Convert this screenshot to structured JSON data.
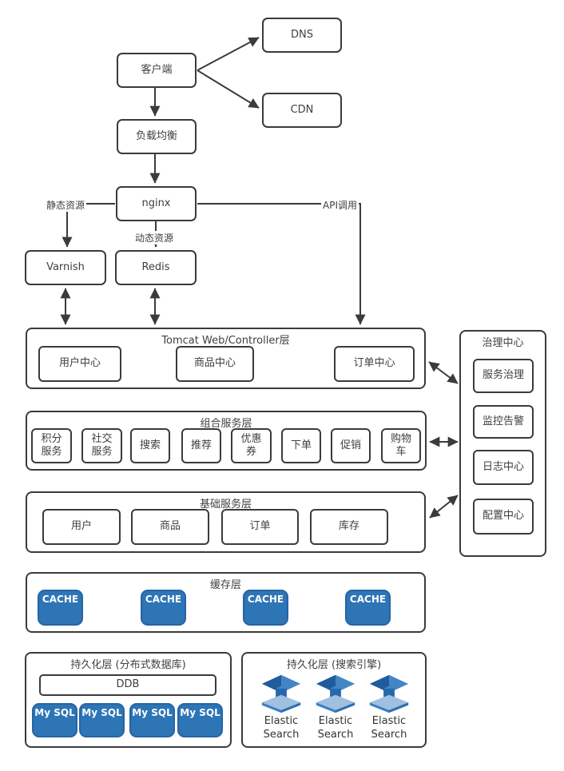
{
  "nodes": {
    "client": "客户端",
    "dns": "DNS",
    "cdn": "CDN",
    "load_balancer": "负载均衡",
    "nginx": "nginx",
    "varnish": "Varnish",
    "redis": "Redis"
  },
  "edges": {
    "static_label": "静态资源",
    "dynamic_label": "动态资源",
    "api_label": "API调用"
  },
  "layers": {
    "tomcat": {
      "title": "Tomcat Web/Controller层",
      "items": [
        "用户中心",
        "商品中心",
        "订单中心"
      ]
    },
    "composite": {
      "title": "组合服务层",
      "items": [
        "积分\n服务",
        "社交\n服务",
        "搜索",
        "推荐",
        "优惠\n券",
        "下单",
        "促销",
        "购物\n车"
      ]
    },
    "base": {
      "title": "基础服务层",
      "items": [
        "用户",
        "商品",
        "订单",
        "库存"
      ]
    },
    "cache": {
      "title": "缓存层",
      "items": [
        "CACHE",
        "CACHE",
        "CACHE",
        "CACHE"
      ]
    },
    "db": {
      "title": "持久化层 (分布式数据库)",
      "ddb": "DDB",
      "items": [
        "My SQL",
        "My SQL",
        "My SQL",
        "My SQL"
      ]
    },
    "es": {
      "title": "持久化层 (搜索引擎)",
      "items": [
        "Elastic\nSearch",
        "Elastic\nSearch",
        "Elastic\nSearch"
      ]
    }
  },
  "governance": {
    "title": "治理中心",
    "items": [
      "服务治理",
      "监控告警",
      "日志中心",
      "配置中心"
    ]
  },
  "colors": {
    "accent_blue": "#2E75B6",
    "line": "#3F3F3F",
    "es_dark": "#1F5C9E",
    "es_mid": "#4286C5",
    "es_light": "#9FC0DF"
  }
}
